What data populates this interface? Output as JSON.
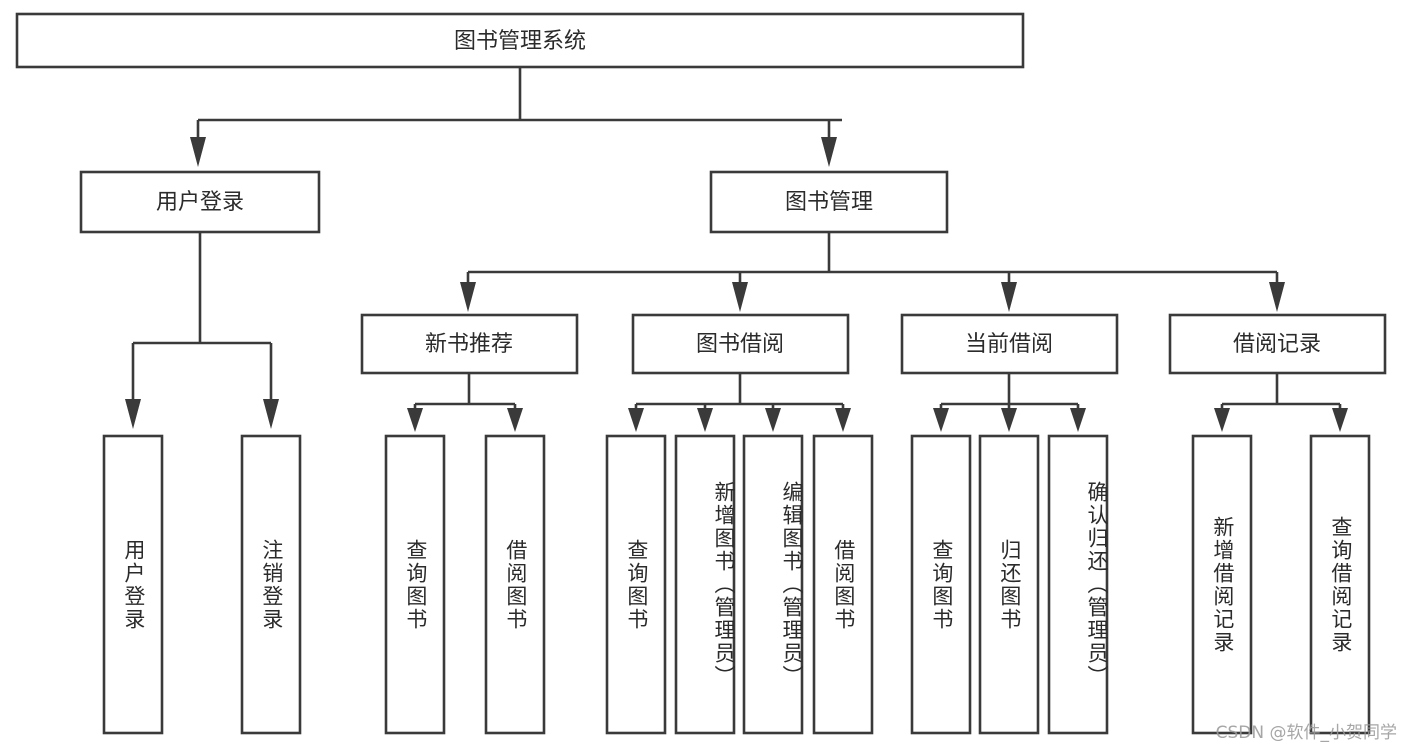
{
  "diagram": {
    "title": "图书管理系统",
    "type": "tree-hierarchy",
    "watermark": "CSDN @软件_小贺同学",
    "colors": {
      "box_stroke": "#3a3a3a",
      "box_fill": "#ffffff",
      "text": "#2b2b2b",
      "connector": "#3a3a3a",
      "background": "#ffffff",
      "watermark": "#9a9a9a"
    },
    "root": {
      "id": "root",
      "label": "图书管理系统",
      "orientation": "horizontal"
    },
    "level2": [
      {
        "id": "user-login",
        "label": "用户登录",
        "orientation": "horizontal"
      },
      {
        "id": "book-manage",
        "label": "图书管理",
        "orientation": "horizontal"
      }
    ],
    "level3": [
      {
        "id": "new-book-recommend",
        "label": "新书推荐",
        "orientation": "horizontal",
        "parent": "book-manage"
      },
      {
        "id": "book-borrow",
        "label": "图书借阅",
        "orientation": "horizontal",
        "parent": "book-manage"
      },
      {
        "id": "current-borrow",
        "label": "当前借阅",
        "orientation": "horizontal",
        "parent": "book-manage"
      },
      {
        "id": "borrow-record",
        "label": "借阅记录",
        "orientation": "horizontal",
        "parent": "book-manage"
      }
    ],
    "leaves": {
      "user-login": [
        {
          "id": "leaf-user-login",
          "label": "用户登录",
          "orientation": "vertical"
        },
        {
          "id": "leaf-logout-login",
          "label": "注销登录",
          "orientation": "vertical"
        }
      ],
      "new-book-recommend": [
        {
          "id": "leaf-query-book-1",
          "label": "查询图书",
          "orientation": "vertical"
        },
        {
          "id": "leaf-borrow-book-1",
          "label": "借阅图书",
          "orientation": "vertical"
        }
      ],
      "book-borrow": [
        {
          "id": "leaf-query-book-2",
          "label": "查询图书",
          "orientation": "vertical"
        },
        {
          "id": "leaf-add-book",
          "label": "新增图书（管理员）",
          "orientation": "vertical"
        },
        {
          "id": "leaf-edit-book",
          "label": "编辑图书（管理员）",
          "orientation": "vertical"
        },
        {
          "id": "leaf-borrow-book-2",
          "label": "借阅图书",
          "orientation": "vertical"
        }
      ],
      "current-borrow": [
        {
          "id": "leaf-query-book-3",
          "label": "查询图书",
          "orientation": "vertical"
        },
        {
          "id": "leaf-return-book",
          "label": "归还图书",
          "orientation": "vertical"
        },
        {
          "id": "leaf-confirm-return",
          "label": "确认归还（管理员）",
          "orientation": "vertical"
        }
      ],
      "borrow-record": [
        {
          "id": "leaf-add-record",
          "label": "新增借阅记录",
          "orientation": "vertical"
        },
        {
          "id": "leaf-query-record",
          "label": "查询借阅记录",
          "orientation": "vertical"
        }
      ]
    }
  }
}
